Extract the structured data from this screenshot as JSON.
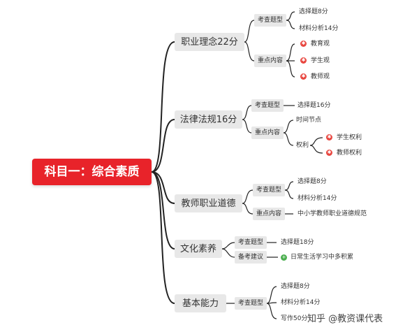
{
  "root": "科目一：综合素质",
  "branches": [
    {
      "label": "职业理念22分",
      "children": [
        {
          "label": "考查题型",
          "leaves": [
            "选择题8分",
            "材料分析14分"
          ]
        },
        {
          "label": "重点内容",
          "leaves": [
            "教育观",
            "学生观",
            "教师观"
          ]
        }
      ]
    },
    {
      "label": "法律法规16分",
      "children": [
        {
          "label": "考查题型",
          "leaves": [
            "选择题16分"
          ]
        },
        {
          "label": "重点内容",
          "leaves": [
            "时间节点",
            "权利"
          ],
          "sub": [
            "学生权利",
            "教师权利"
          ]
        }
      ]
    },
    {
      "label": "教师职业道德",
      "children": [
        {
          "label": "考查题型",
          "leaves": [
            "选择题8分",
            "材料分析14分"
          ]
        },
        {
          "label": "重点内容",
          "leaves": [
            "中小学教师职业道德规范"
          ]
        }
      ]
    },
    {
      "label": "文化素养",
      "children": [
        {
          "label": "考查题型",
          "leaves": [
            "选择题18分"
          ]
        },
        {
          "label": "备考建议",
          "leaves": [
            "日常生活学习中多积累"
          ]
        }
      ]
    },
    {
      "label": "基本能力",
      "children": [
        {
          "label": "考查题型",
          "leaves": [
            "选择题8分",
            "材料分析14分",
            "写作50分"
          ]
        }
      ]
    }
  ],
  "watermark": "知乎 @教资课代表",
  "colors": {
    "root": "#e8232a",
    "node": "#e8e8e8",
    "line": "#222222",
    "marker_red": "#e8463f",
    "marker_green": "#4caf50"
  },
  "icons": {
    "red_marker": "star-marker-icon",
    "green_marker": "plus-marker-icon"
  }
}
